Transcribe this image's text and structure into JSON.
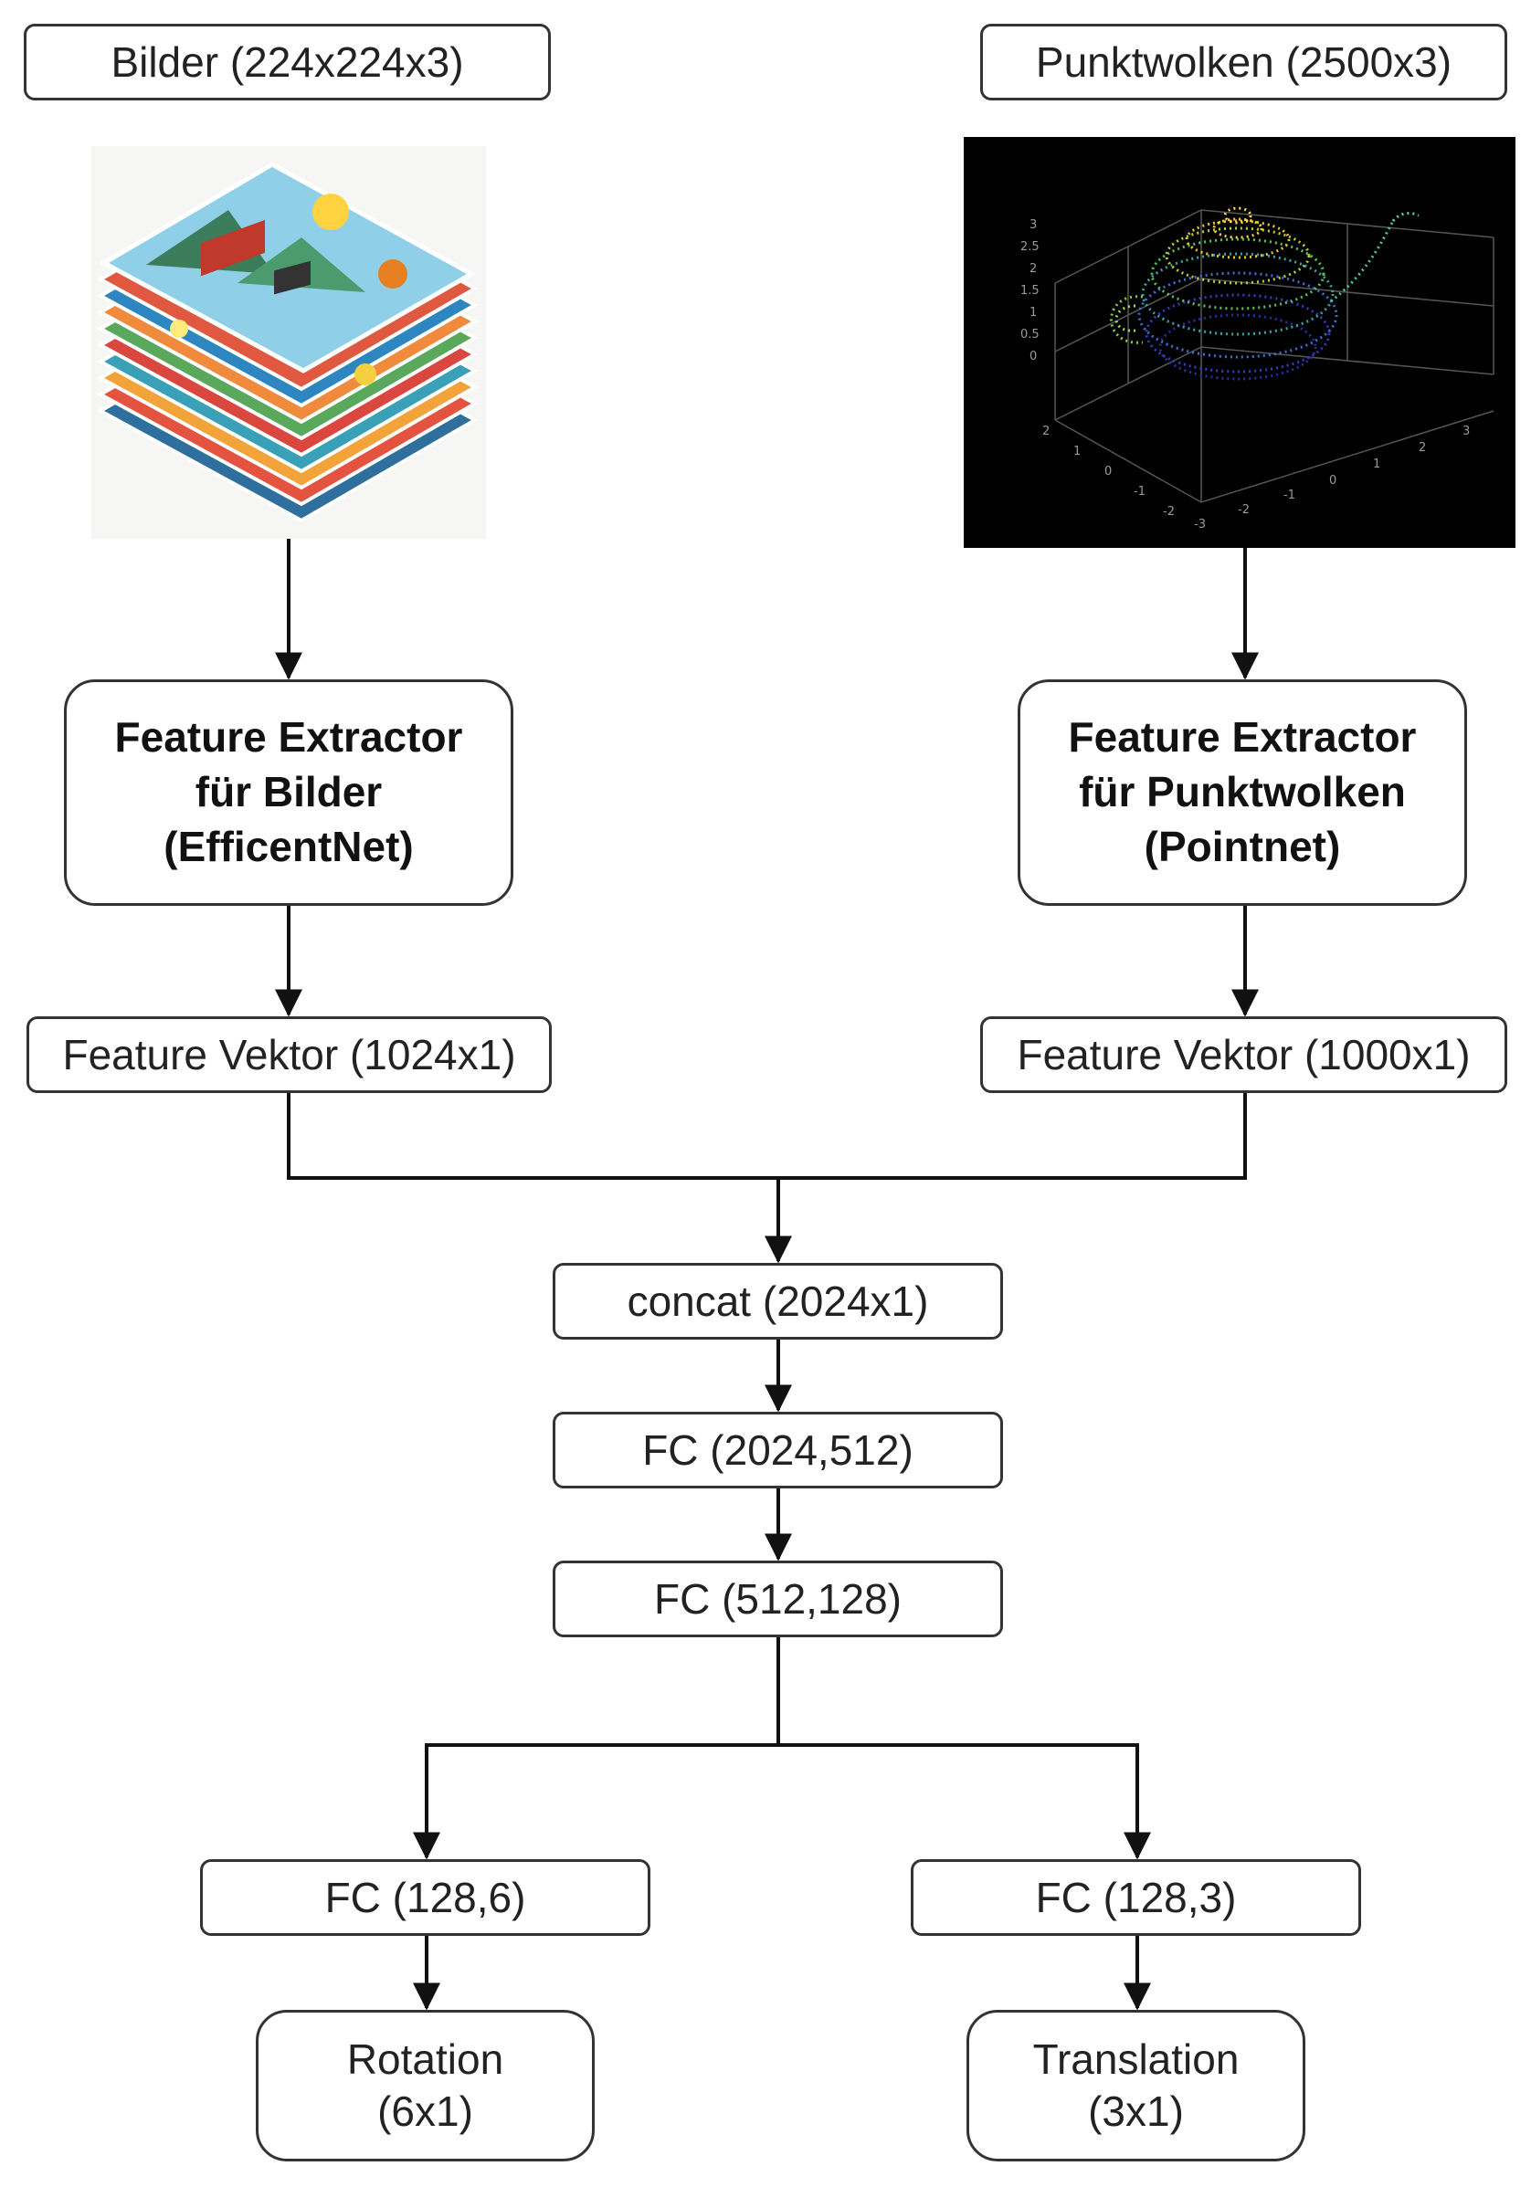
{
  "inputs": {
    "images_label": "Bilder (224x224x3)",
    "pointcloud_label": "Punktwolken (2500x3)"
  },
  "extractors": {
    "images": "Feature Extractor\nfür Bilder\n(EfficentNet)",
    "pointcloud": "Feature Extractor\nfür Punktwolken\n(Pointnet)"
  },
  "vectors": {
    "images": "Feature Vektor (1024x1)",
    "pointcloud": "Feature Vektor (1000x1)"
  },
  "layers": {
    "concat": "concat (2024x1)",
    "fc1": "FC (2024,512)",
    "fc2": "FC (512,128)",
    "fc_rot": "FC (128,6)",
    "fc_trans": "FC (128,3)"
  },
  "outputs": {
    "rotation": "Rotation\n(6x1)",
    "translation": "Translation\n(3x1)"
  },
  "plot_ticks": {
    "z": [
      "3",
      "2.5",
      "2",
      "1.5",
      "1",
      "0.5",
      "0"
    ],
    "y": [
      "2",
      "1",
      "0",
      "-1",
      "-2"
    ],
    "x": [
      "-3",
      "-2",
      "-1",
      "0",
      "1",
      "2",
      "3"
    ]
  },
  "colors": {
    "line": "#111111",
    "box_border": "#333333",
    "plot_bg": "#000000"
  }
}
